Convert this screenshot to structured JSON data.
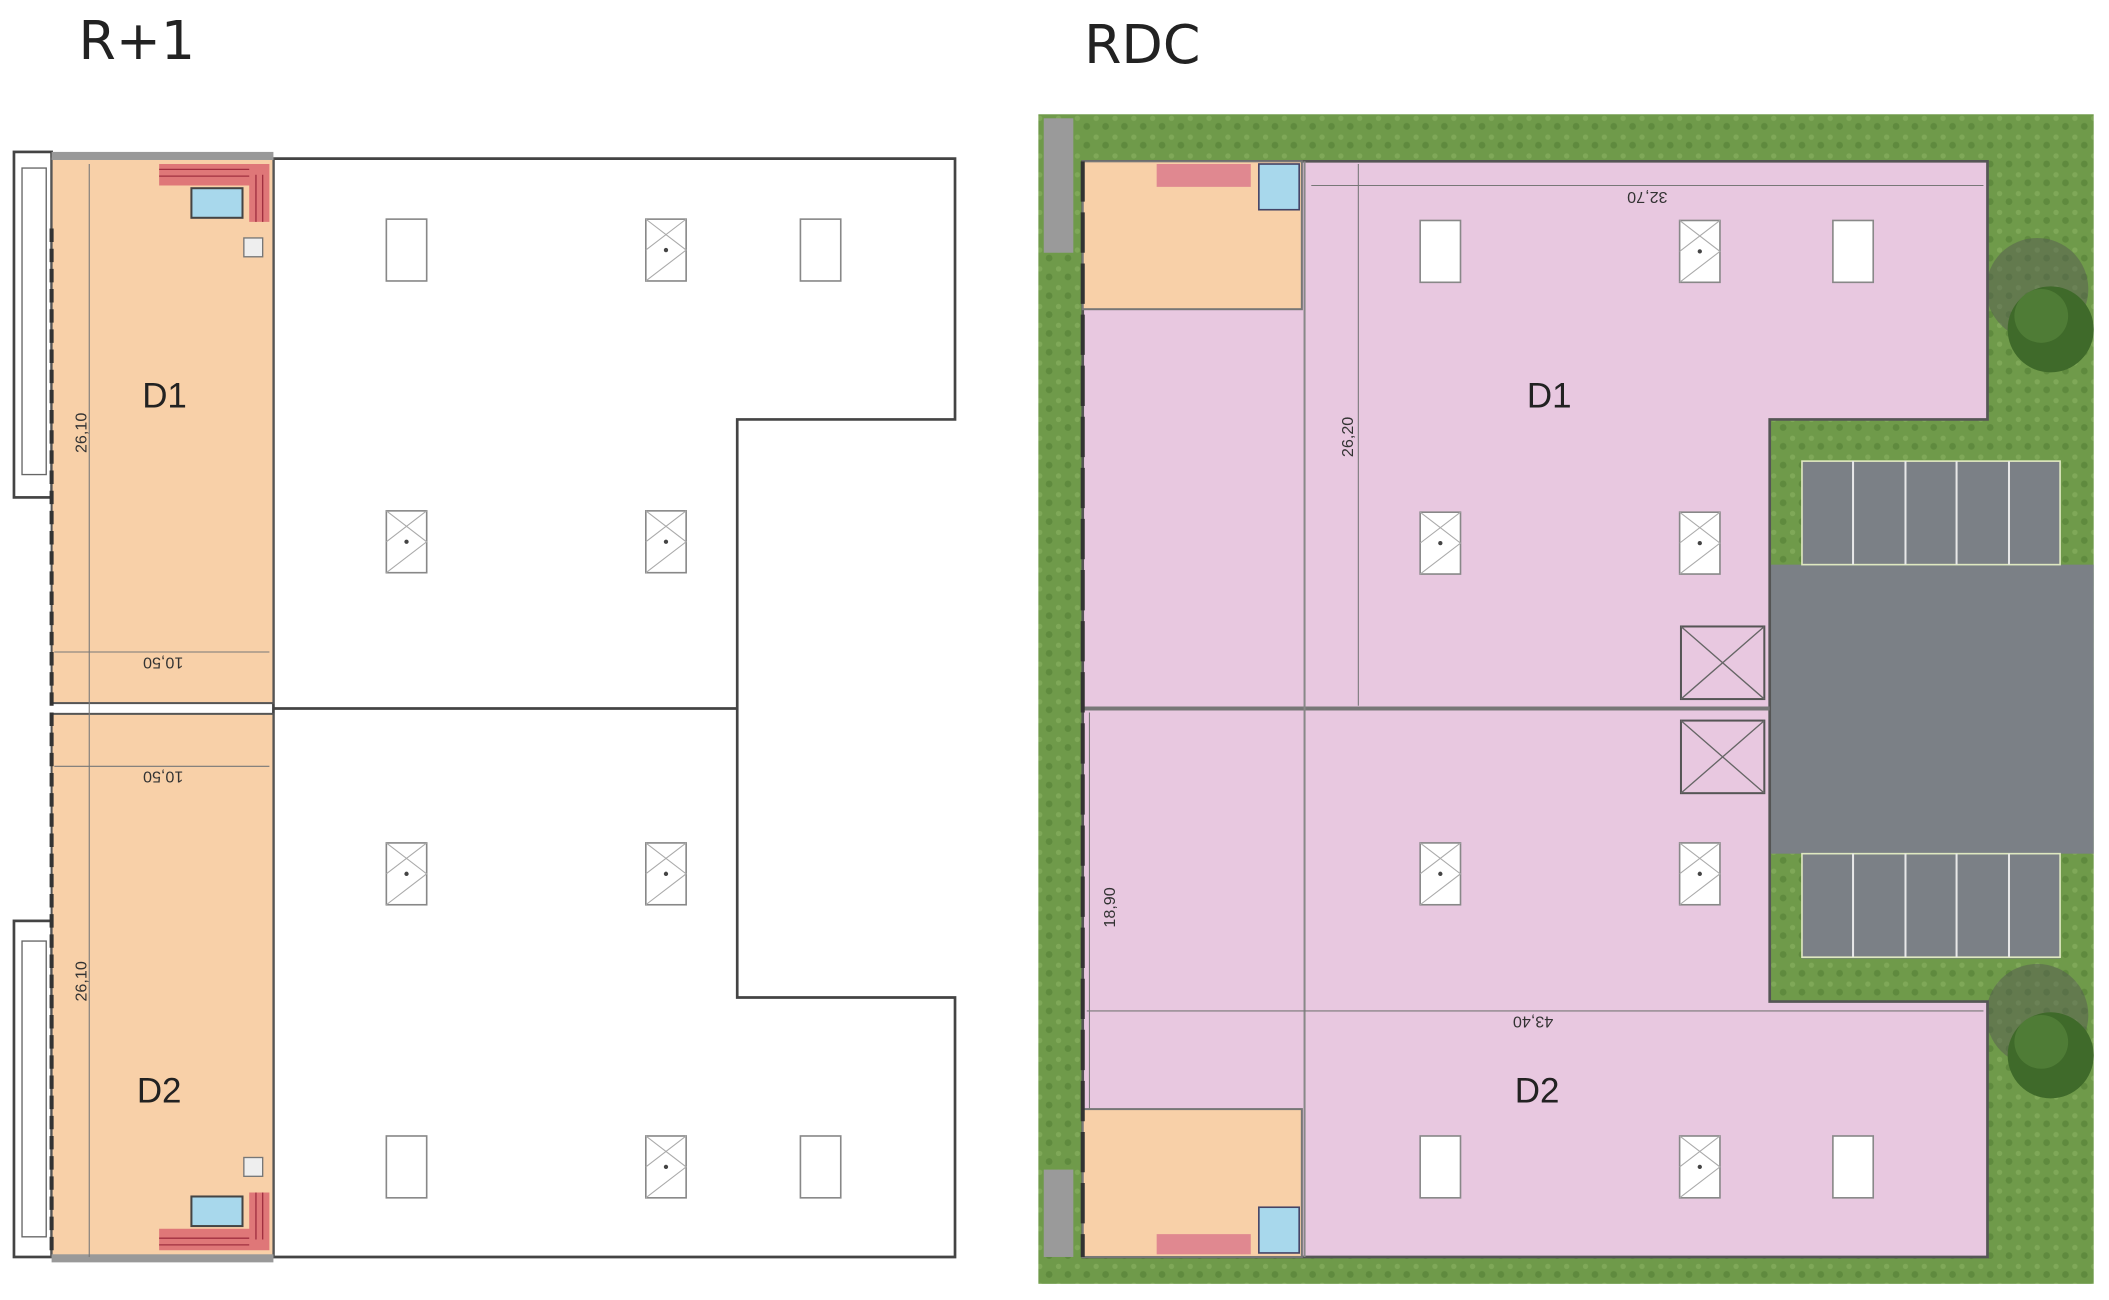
{
  "plans": {
    "upper_floor": {
      "title": "R+1",
      "units": [
        {
          "label": "D1"
        },
        {
          "label": "D2"
        }
      ],
      "dimensions": {
        "d1_depth": "26,10",
        "d1_width": "10,50",
        "d2_width": "10,50",
        "d2_depth": "26,10"
      }
    },
    "ground_floor": {
      "title": "RDC",
      "units": [
        {
          "label": "D1"
        },
        {
          "label": "D2"
        }
      ],
      "dimensions": {
        "top_width": "32,70",
        "d1_depth": "26,20",
        "d2_depth": "18,90",
        "bottom_width": "43,40"
      }
    }
  },
  "colors": {
    "office": "#f8d0a8",
    "warehouse": "#e8c8e0",
    "grass": "#6f9a4a",
    "parking": "#7b8086",
    "stairs": "#d8606c",
    "wc": "#a8d8ec"
  }
}
